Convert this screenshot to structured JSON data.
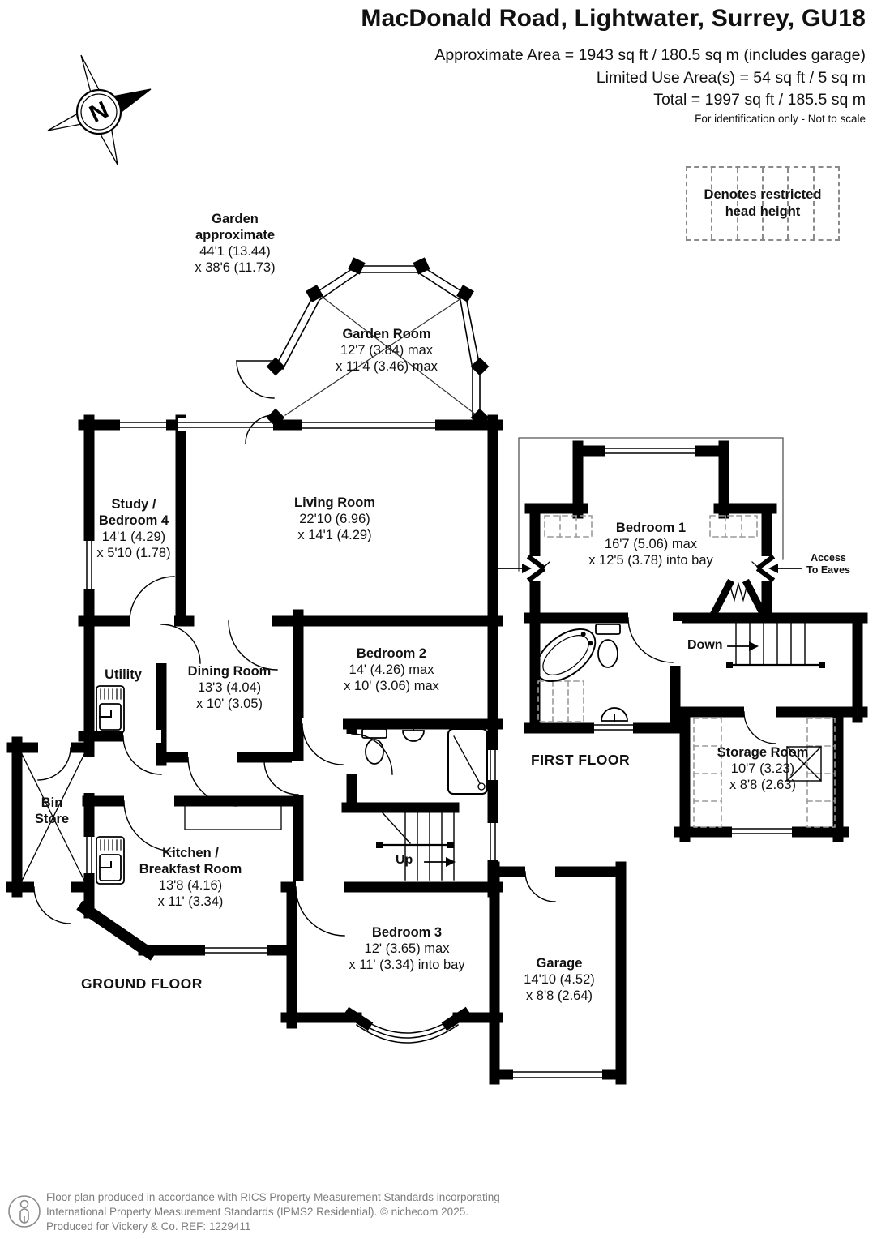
{
  "header": {
    "title": "MacDonald Road, Lightwater, Surrey, GU18",
    "area_line1": "Approximate Area = 1943 sq ft / 180.5 sq m (includes garage)",
    "area_line2": "Limited Use Area(s) = 54 sq ft / 5 sq m",
    "area_line3": "Total = 1997 sq ft / 185.5 sq m",
    "disclaimer": "For identification only - Not to scale"
  },
  "legend": {
    "line1": "Denotes restricted",
    "line2": "head height"
  },
  "compass": {
    "north": "N"
  },
  "garden": {
    "line1": "Garden",
    "line2": "approximate",
    "dim1": "44'1 (13.44)",
    "dim2": "x 38'6 (11.73)"
  },
  "floors": {
    "ground": {
      "label": "GROUND FLOOR",
      "rooms": {
        "garden_room": {
          "name": "Garden Room",
          "dim1": "12'7 (3.84) max",
          "dim2": "x 11'4 (3.46) max"
        },
        "study": {
          "name1": "Study /",
          "name2": "Bedroom 4",
          "dim1": "14'1 (4.29)",
          "dim2": "x 5'10 (1.78)"
        },
        "living": {
          "name": "Living Room",
          "dim1": "22'10 (6.96)",
          "dim2": "x 14'1 (4.29)"
        },
        "utility": {
          "name": "Utility"
        },
        "dining": {
          "name": "Dining Room",
          "dim1": "13'3 (4.04)",
          "dim2": "x 10' (3.05)"
        },
        "bedroom2": {
          "name": "Bedroom 2",
          "dim1": "14' (4.26) max",
          "dim2": "x 10' (3.06) max"
        },
        "bin_store": {
          "name1": "Bin",
          "name2": "Store"
        },
        "kitchen": {
          "name1": "Kitchen /",
          "name2": "Breakfast Room",
          "dim1": "13'8 (4.16)",
          "dim2": "x 11' (3.34)"
        },
        "bedroom3": {
          "name": "Bedroom 3",
          "dim1": "12' (3.65) max",
          "dim2": "x 11' (3.34) into bay"
        },
        "garage": {
          "name": "Garage",
          "dim1": "14'10 (4.52)",
          "dim2": "x 8'8 (2.64)"
        },
        "stairs": {
          "label": "Up"
        }
      }
    },
    "first": {
      "label": "FIRST FLOOR",
      "rooms": {
        "bedroom1": {
          "name": "Bedroom 1",
          "dim1": "16'7 (5.06) max",
          "dim2": "x 12'5 (3.78) into bay"
        },
        "storage": {
          "name": "Storage Room",
          "dim1": "10'7 (3.23)",
          "dim2": "x 8'8 (2.63)"
        },
        "stairs": {
          "label": "Down"
        },
        "eaves": {
          "line1": "Access",
          "line2": "To Eaves"
        }
      }
    }
  },
  "footer": {
    "line1": "Floor plan produced in accordance with RICS Property Measurement Standards incorporating",
    "line2": "International Property Measurement Standards (IPMS2 Residential).   © nichecom 2025.",
    "line3": "Produced for Vickery & Co.   REF:  1229411"
  }
}
